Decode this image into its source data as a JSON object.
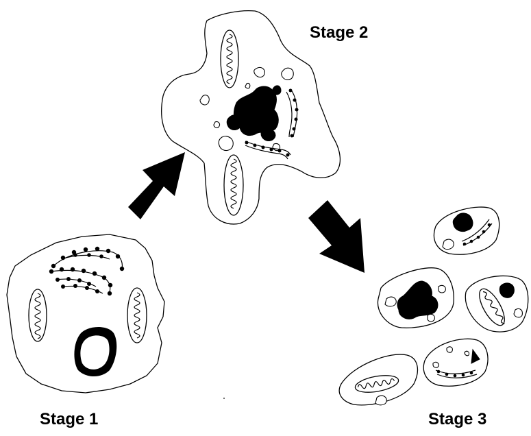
{
  "labels": {
    "stage1": "Stage 1",
    "stage2": "Stage 2",
    "stage3": "Stage 3"
  },
  "colors": {
    "ink": "#000000",
    "background": "#ffffff"
  }
}
